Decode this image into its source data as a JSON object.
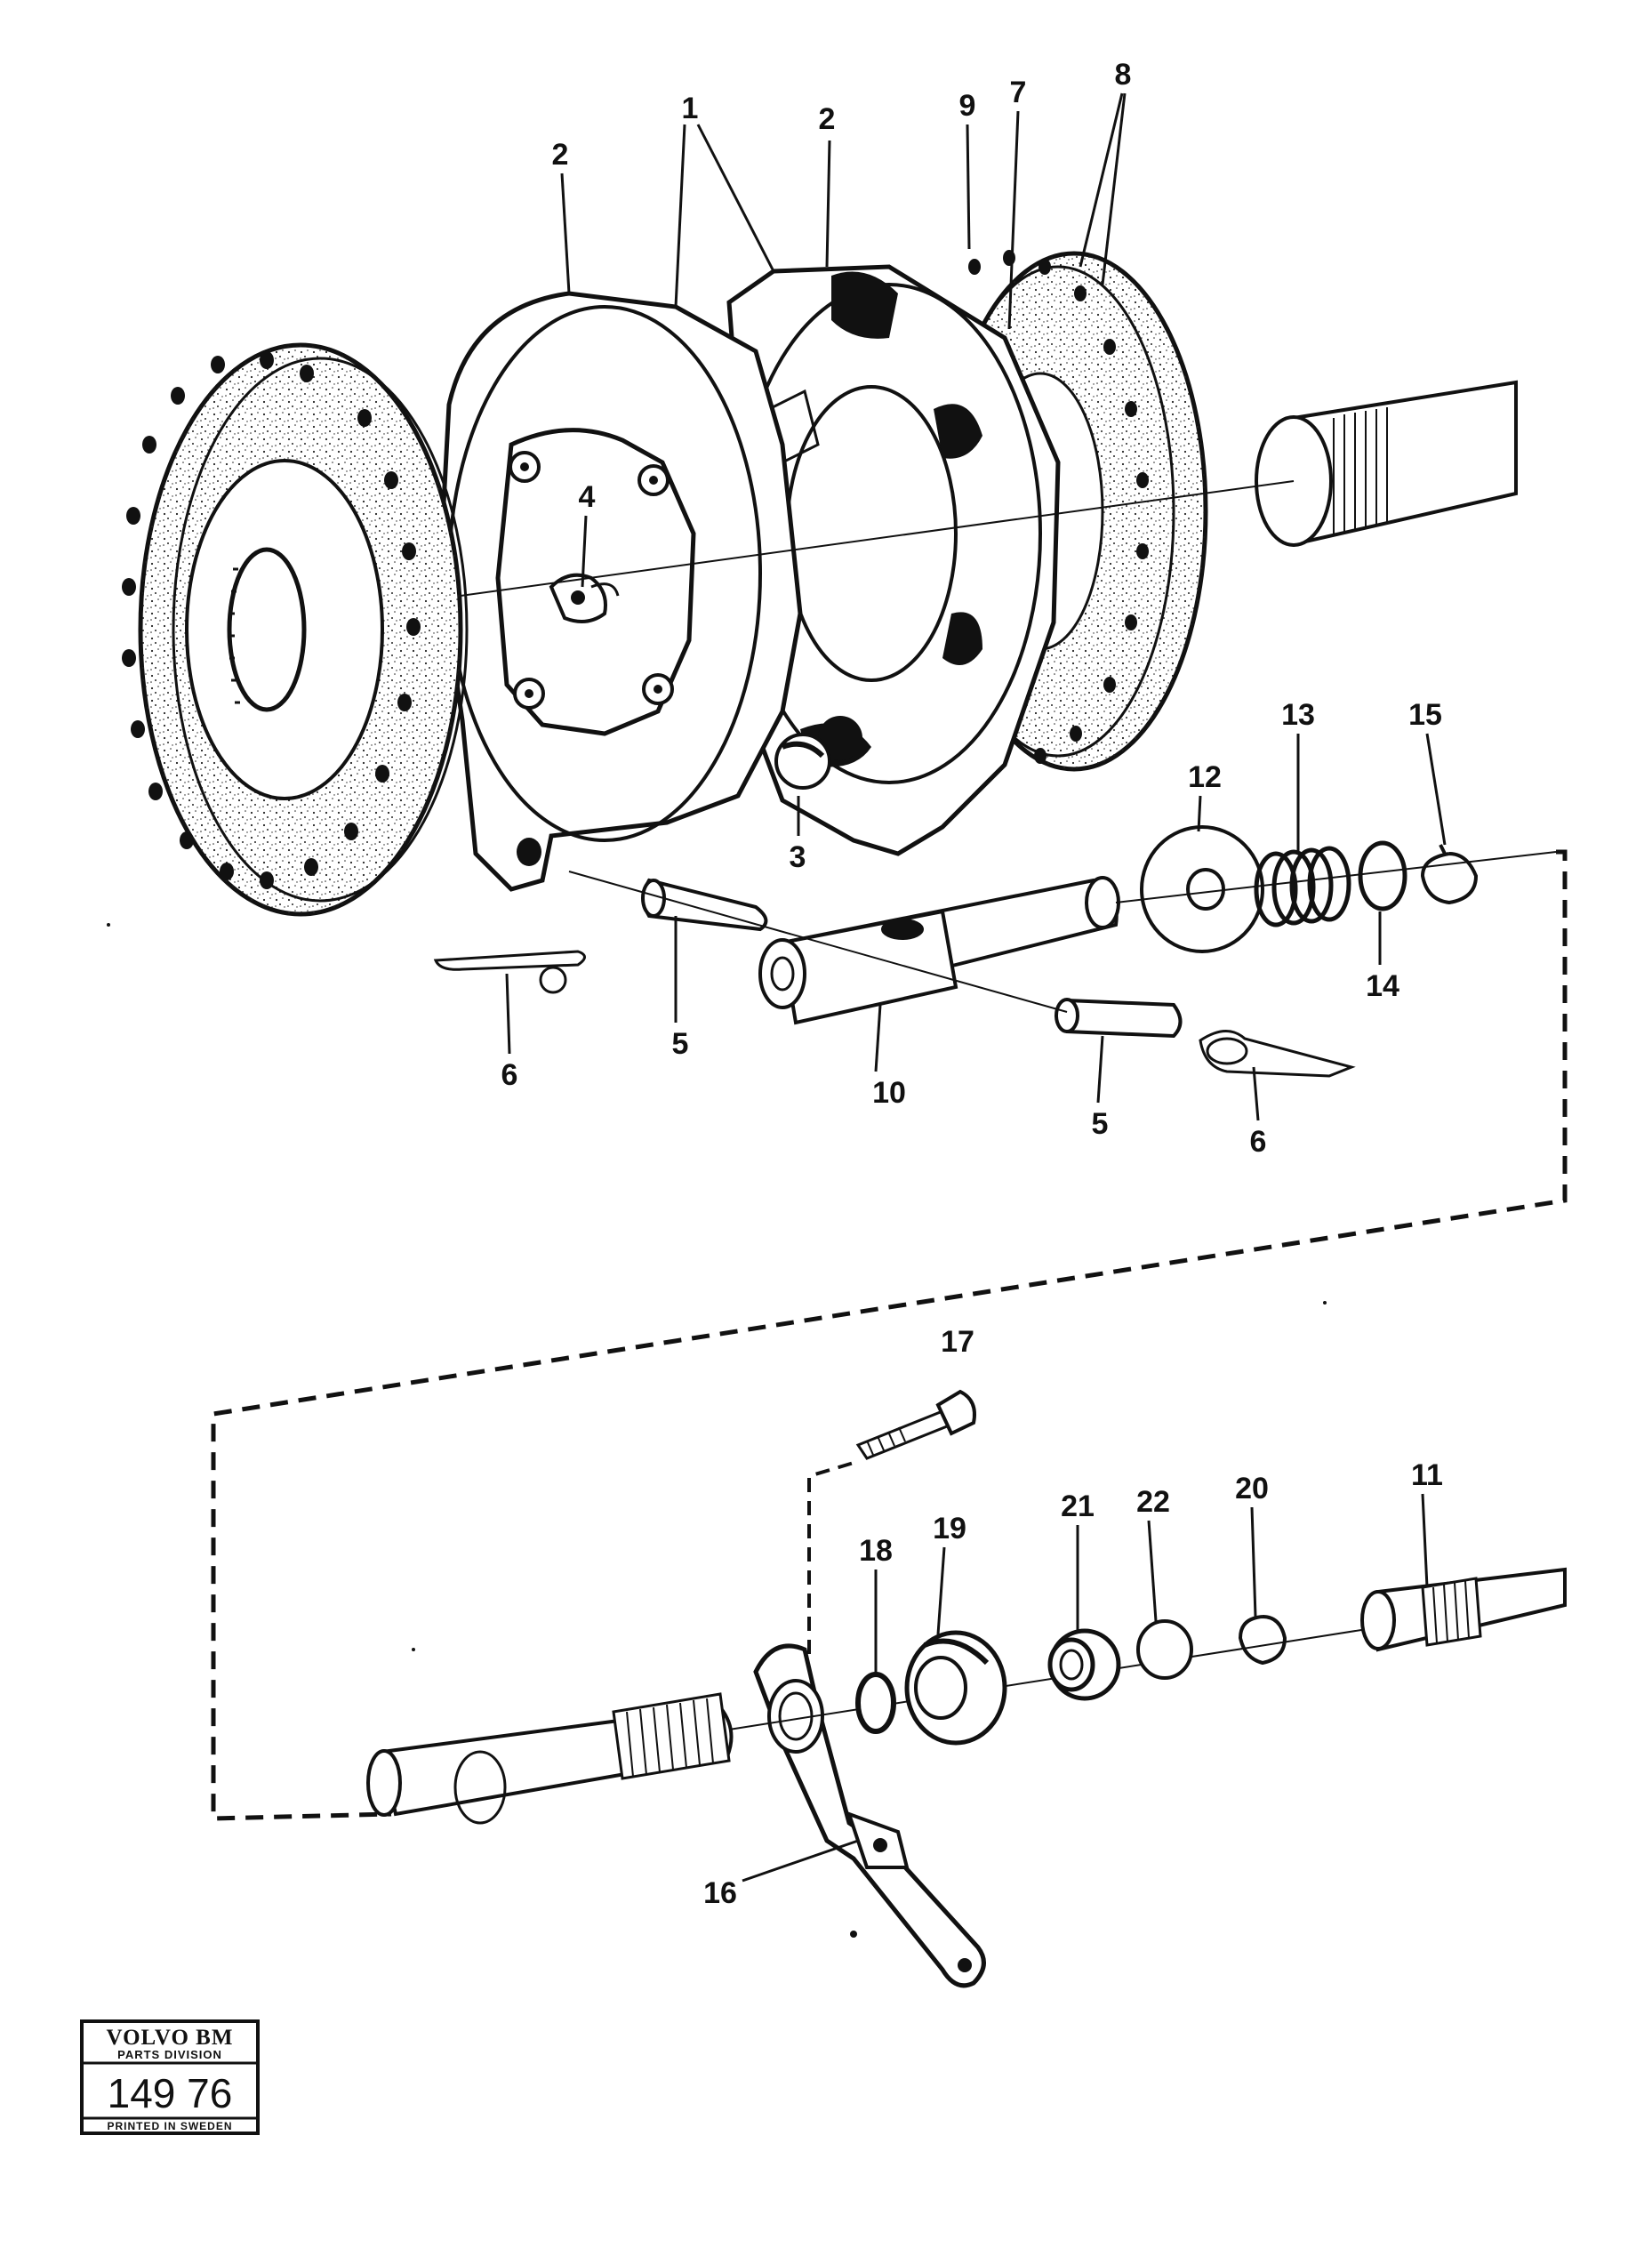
{
  "diagram": {
    "callouts": [
      {
        "id": "c1",
        "text": "1"
      },
      {
        "id": "c2a",
        "text": "2"
      },
      {
        "id": "c2b",
        "text": "2"
      },
      {
        "id": "c3",
        "text": "3"
      },
      {
        "id": "c4",
        "text": "4"
      },
      {
        "id": "c5a",
        "text": "5"
      },
      {
        "id": "c5b",
        "text": "5"
      },
      {
        "id": "c6a",
        "text": "6"
      },
      {
        "id": "c6b",
        "text": "6"
      },
      {
        "id": "c7",
        "text": "7"
      },
      {
        "id": "c8",
        "text": "8"
      },
      {
        "id": "c9",
        "text": "9"
      },
      {
        "id": "c10",
        "text": "10"
      },
      {
        "id": "c11",
        "text": "11"
      },
      {
        "id": "c12",
        "text": "12"
      },
      {
        "id": "c13",
        "text": "13"
      },
      {
        "id": "c14",
        "text": "14"
      },
      {
        "id": "c15",
        "text": "15"
      },
      {
        "id": "c16",
        "text": "16"
      },
      {
        "id": "c17",
        "text": "17"
      },
      {
        "id": "c18",
        "text": "18"
      },
      {
        "id": "c19",
        "text": "19"
      },
      {
        "id": "c20",
        "text": "20"
      },
      {
        "id": "c21",
        "text": "21"
      },
      {
        "id": "c22",
        "text": "22"
      }
    ]
  },
  "stamp": {
    "brand": "VOLVO BM",
    "division": "PARTS DIVISION",
    "number": "149 76",
    "printed": "PRINTED IN SWEDEN"
  }
}
